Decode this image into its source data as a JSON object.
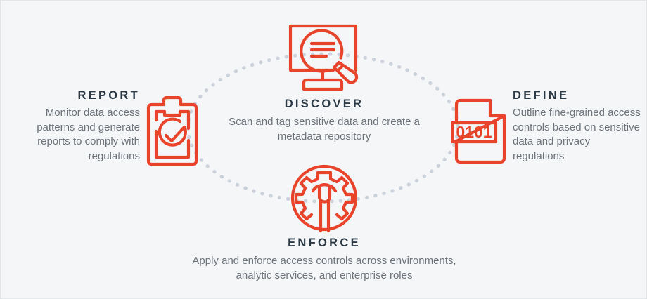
{
  "theme": {
    "background": "#f5f6f7",
    "border": "#e2e5e8",
    "accent": "#e8442b",
    "heading_color": "#2c3a46",
    "body_color": "#6d747c",
    "dot_color": "#ccd2db"
  },
  "diagram": {
    "type": "cycle",
    "shape": "dotted-ellipse",
    "node_count": 4
  },
  "nodes": {
    "discover": {
      "title": "DISCOVER",
      "description": "Scan and tag sensitive data and create a metadata repository",
      "icon": "monitor-magnifier-icon",
      "position": "top"
    },
    "define": {
      "title": "DEFINE",
      "description": "Outline fine-grained access controls based on sensitive data and privacy regulations",
      "icon": "file-binary-0101-icon",
      "icon_label": "0101",
      "position": "right"
    },
    "enforce": {
      "title": "ENFORCE",
      "description": "Apply and enforce access controls across environments, analytic services, and enterprise roles",
      "icon": "gear-wrench-icon",
      "position": "bottom"
    },
    "report": {
      "title": "REPORT",
      "description": "Monitor data access patterns and generate reports to comply with regulations",
      "icon": "clipboard-check-icon",
      "position": "left"
    }
  }
}
